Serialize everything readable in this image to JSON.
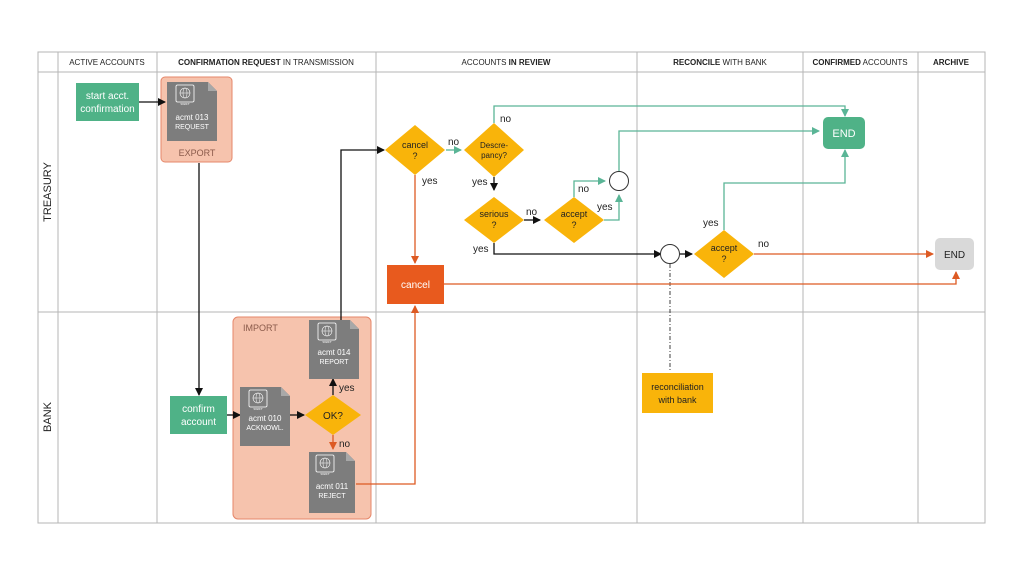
{
  "colors": {
    "green": "#4fb287",
    "orange": "#e85a1e",
    "yellow": "#f9b40a",
    "grey_doc": "#7d7d7d",
    "salmon": "#f6c3ad",
    "grid": "#b5b5b5",
    "end_grey": "#d9d9d9",
    "teal_line": "#5ab596",
    "orange_line": "#dd5a23"
  },
  "lanes": [
    {
      "id": "treasury",
      "label": "TREASURY"
    },
    {
      "id": "bank",
      "label": "BANK"
    }
  ],
  "columns": [
    {
      "id": "active",
      "pre": "ACTIVE ACCOUNTS",
      "bold": "",
      "post": ""
    },
    {
      "id": "confirm",
      "pre": "",
      "bold": "CONFIRMATION REQUEST",
      "post": " IN TRANSMISSION"
    },
    {
      "id": "review",
      "pre": "ACCOUNTS ",
      "bold": "IN REVIEW",
      "post": ""
    },
    {
      "id": "reconcile",
      "pre": "",
      "bold": "RECONCILE",
      "post": " WITH BANK"
    },
    {
      "id": "confirmed",
      "pre": "",
      "bold": "CONFIRMED",
      "post": " ACCOUNTS"
    },
    {
      "id": "archive",
      "pre": "",
      "bold": "ARCHIVE",
      "post": ""
    }
  ],
  "nodes": {
    "start": {
      "line1": "start acct.",
      "line2": "confirmation"
    },
    "confirm_account": {
      "line1": "confirm",
      "line2": "account"
    },
    "cancel_box": {
      "label": "cancel"
    },
    "end_green": {
      "label": "END"
    },
    "end_grey": {
      "label": "END"
    },
    "reconciliation": {
      "line1": "reconciliation",
      "line2": "with bank"
    },
    "export_group": {
      "label": "EXPORT"
    },
    "import_group": {
      "label": "IMPORT"
    }
  },
  "documents": {
    "acmt013": {
      "line1": "acmt 013",
      "line2": "REQUEST",
      "badge": "SWIFT"
    },
    "acmt010": {
      "line1": "acmt 010",
      "line2": "ACKNOWL.",
      "badge": "SWIFT"
    },
    "acmt014": {
      "line1": "acmt 014",
      "line2": "REPORT",
      "badge": "SWIFT"
    },
    "acmt011": {
      "line1": "acmt 011",
      "line2": "REJECT",
      "badge": "SWIFT"
    }
  },
  "decisions": {
    "ok": {
      "line1": "OK?",
      "line2": ""
    },
    "cancel_q": {
      "line1": "cancel",
      "line2": "?"
    },
    "discrepancy": {
      "line1": "Descre-",
      "line2": "pancy?"
    },
    "serious": {
      "line1": "serious",
      "line2": "?"
    },
    "accept1": {
      "line1": "accept",
      "line2": "?"
    },
    "accept2": {
      "line1": "accept",
      "line2": "?"
    }
  },
  "edge_labels": {
    "ok_yes": "yes",
    "ok_no": "no",
    "cancel_no": "no",
    "cancel_yes": "yes",
    "disc_no": "no",
    "disc_yes": "yes",
    "serious_no": "no",
    "serious_yes": "yes",
    "accept1_no": "no",
    "accept1_yes": "yes",
    "accept2_yes": "yes",
    "accept2_no": "no"
  }
}
